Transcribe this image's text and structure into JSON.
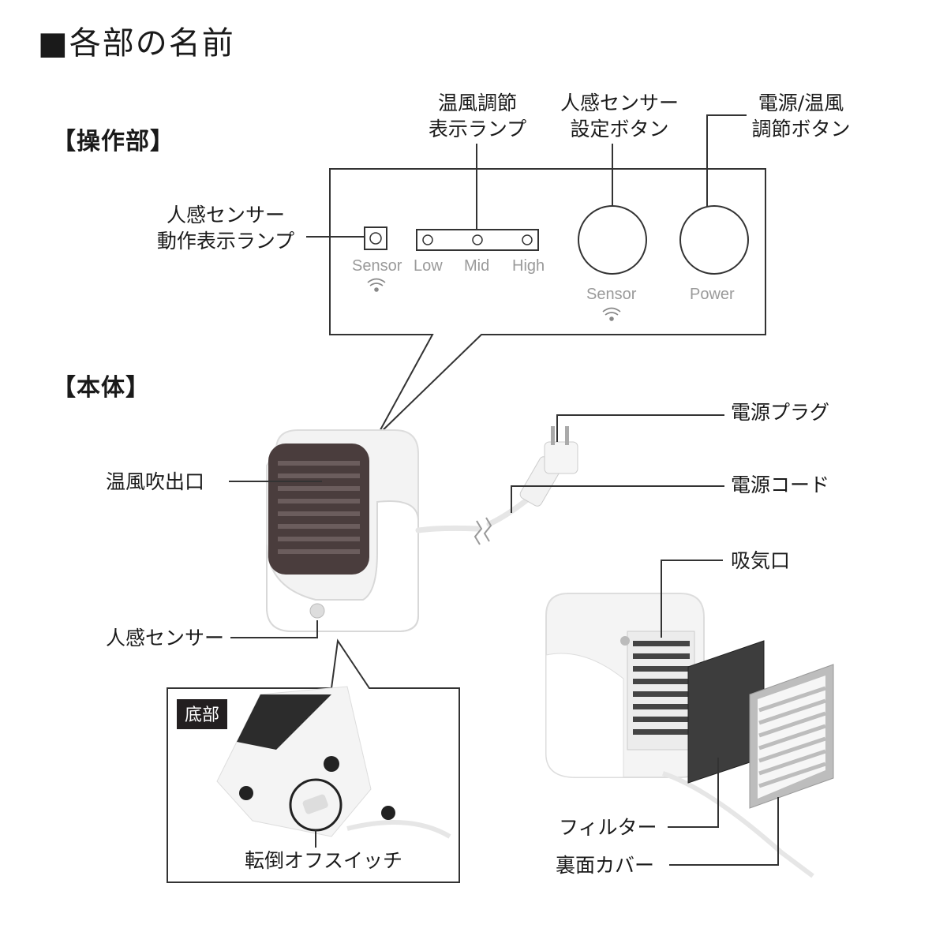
{
  "title": "■各部の名前",
  "sections": {
    "controls": "【操作部】",
    "body": "【本体】"
  },
  "controls": {
    "warm_lamp": [
      "温風調節",
      "表示ランプ"
    ],
    "sensor_button": [
      "人感センサー",
      "設定ボタン"
    ],
    "power_button": [
      "電源/温風",
      "調節ボタン"
    ],
    "sensor_lamp": [
      "人感センサー",
      "動作表示ランプ"
    ]
  },
  "panel": {
    "sensor_lamp_label": "Sensor",
    "levels": [
      "Low",
      "Mid",
      "High"
    ],
    "sensor_button_label": "Sensor",
    "power_button_label": "Power"
  },
  "parts": {
    "plug": "電源プラグ",
    "outlet": "温風吹出口",
    "cord": "電源コード",
    "intake": "吸気口",
    "human_sensor": "人感センサー",
    "bottom_badge": "底部",
    "tip_switch": "転倒オフスイッチ",
    "filter": "フィルター",
    "back_cover": "裏面カバー"
  }
}
